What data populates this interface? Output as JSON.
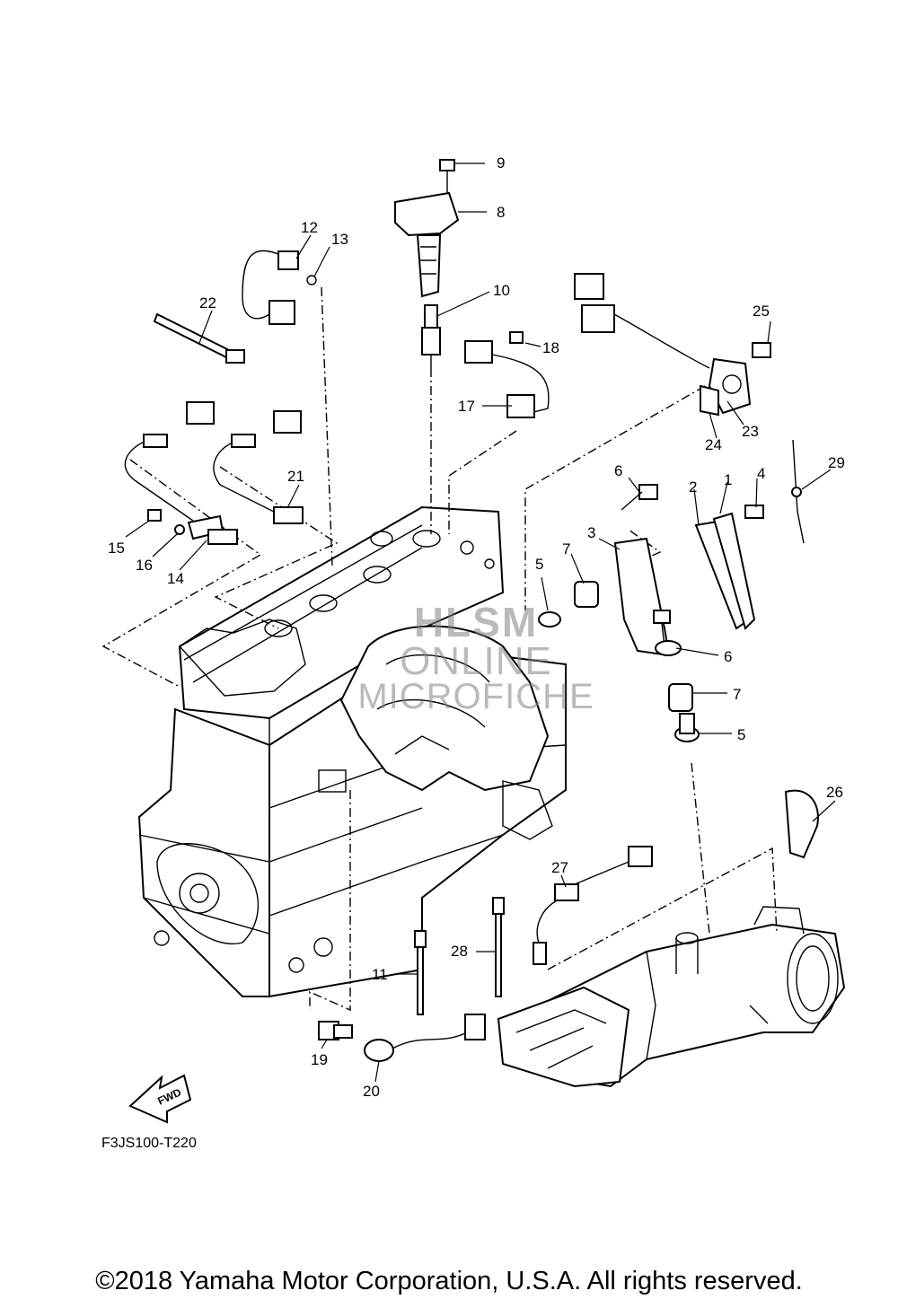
{
  "diagram": {
    "code": "F3JS100-T220",
    "copyright": "©2018 Yamaha Motor Corporation, U.S.A. All rights reserved.",
    "fwd_label": "FWD",
    "watermark": [
      "HLSM",
      "ONLINE",
      "MICROFICHE"
    ]
  },
  "callouts": [
    {
      "id": "c1",
      "label": "1"
    },
    {
      "id": "c2",
      "label": "2"
    },
    {
      "id": "c3",
      "label": "3"
    },
    {
      "id": "c4",
      "label": "4"
    },
    {
      "id": "c5a",
      "label": "5"
    },
    {
      "id": "c5b",
      "label": "5"
    },
    {
      "id": "c6a",
      "label": "6"
    },
    {
      "id": "c6b",
      "label": "6"
    },
    {
      "id": "c7a",
      "label": "7"
    },
    {
      "id": "c7b",
      "label": "7"
    },
    {
      "id": "c8",
      "label": "8"
    },
    {
      "id": "c9",
      "label": "9"
    },
    {
      "id": "c10",
      "label": "10"
    },
    {
      "id": "c11",
      "label": "11"
    },
    {
      "id": "c12",
      "label": "12"
    },
    {
      "id": "c13",
      "label": "13"
    },
    {
      "id": "c14",
      "label": "14"
    },
    {
      "id": "c15",
      "label": "15"
    },
    {
      "id": "c16",
      "label": "16"
    },
    {
      "id": "c17",
      "label": "17"
    },
    {
      "id": "c18",
      "label": "18"
    },
    {
      "id": "c19",
      "label": "19"
    },
    {
      "id": "c20",
      "label": "20"
    },
    {
      "id": "c21",
      "label": "21"
    },
    {
      "id": "c22",
      "label": "22"
    },
    {
      "id": "c23",
      "label": "23"
    },
    {
      "id": "c24",
      "label": "24"
    },
    {
      "id": "c25",
      "label": "25"
    },
    {
      "id": "c26",
      "label": "26"
    },
    {
      "id": "c27",
      "label": "27"
    },
    {
      "id": "c28",
      "label": "28"
    },
    {
      "id": "c29",
      "label": "29"
    }
  ]
}
